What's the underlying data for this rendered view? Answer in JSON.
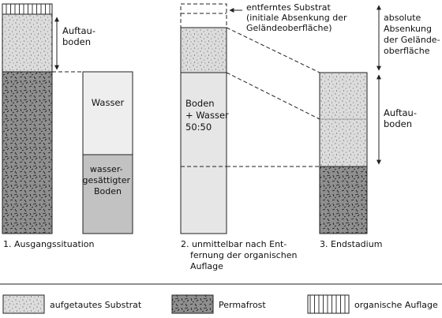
{
  "labels": {
    "auftauboden_1": [
      "Auftau-",
      "boden"
    ],
    "wasser": "Wasser",
    "wassergesaettigter_boden": [
      "wasser-",
      "gesättigter",
      "Boden"
    ],
    "boden_wasser": [
      "Boden",
      "+ Wasser",
      "50:50"
    ],
    "entferntes_substrat": [
      "entferntes Substrat",
      "(initiale Absenkung der",
      "Geländeoberfläche)"
    ],
    "absolute_absenkung": [
      "absolute",
      "Absenkung",
      "der Gelände-",
      "oberfläche"
    ],
    "auftauboden_3": [
      "Auftau-",
      "boden"
    ]
  },
  "captions": {
    "stage1": [
      "1.  Ausgangssituation"
    ],
    "stage2": [
      "2.  unmittelbar nach Ent-",
      "fernung der organischen",
      "Auflage"
    ],
    "stage3": [
      "3.   Endstadium"
    ]
  },
  "legend": {
    "thawed": "aufgetautes Substrat",
    "permafrost": "Permafrost",
    "organic": "organische Auflage"
  },
  "colors": {
    "thawed_fill": "#dcdcdc",
    "permafrost_fill": "#8f8f8f",
    "water_fill": "#eeeeee",
    "saturated_fill": "#c2c2c2",
    "mixture_fill": "#e6e6e6",
    "line": "#222222"
  }
}
